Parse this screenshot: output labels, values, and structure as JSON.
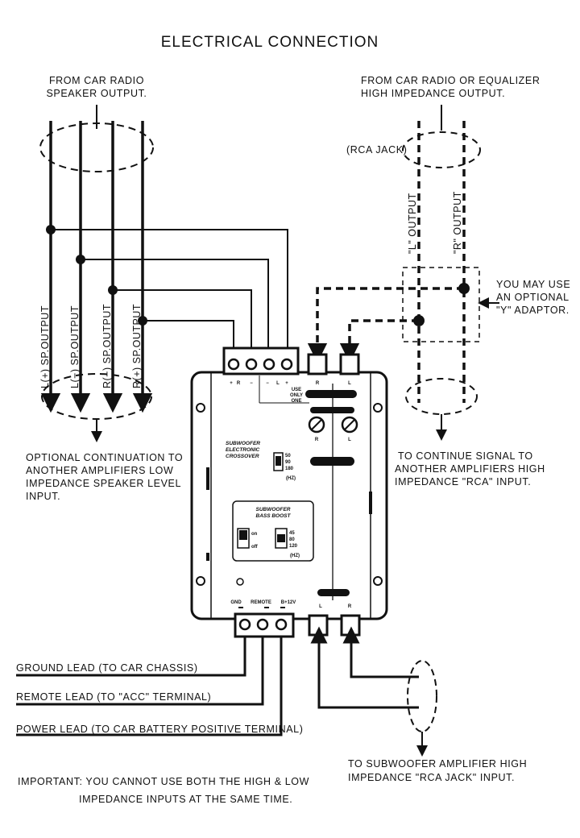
{
  "title": "ELECTRICAL CONNECTION",
  "left_source": {
    "line1": "FROM CAR RADIO",
    "line2": "SPEAKER OUTPUT."
  },
  "right_source": {
    "line1": "FROM CAR RADIO OR EQUALIZER",
    "line2": "HIGH IMPEDANCE OUTPUT."
  },
  "rca_jack_label": "(RCA JACK)",
  "rca_outputs": [
    "\"L\" OUTPUT",
    "\"R\" OUTPUT"
  ],
  "y_adaptor_note": [
    "YOU MAY USE",
    "AN OPTIONAL",
    "\"Y\" ADAPTOR."
  ],
  "speaker_outputs": [
    "L(+) SP.OUTPUT",
    "L(−) SP.OUTPUT",
    "R(−) SP.OUTPUT",
    "R(+) SP.OUTPUT"
  ],
  "left_note": [
    "OPTIONAL CONTINUATION TO",
    "ANOTHER AMPLIFIERS LOW",
    "IMPEDANCE SPEAKER LEVEL",
    "INPUT."
  ],
  "right_note": [
    "TO CONTINUE SIGNAL TO",
    "ANOTHER AMPLIFIERS HIGH",
    "IMPEDANCE \"RCA\" INPUT."
  ],
  "device": {
    "speaker_terminal_labels": [
      "+",
      "R",
      "−",
      "−",
      "L",
      "+"
    ],
    "rca_in_labels": [
      "R",
      "L"
    ],
    "use_only_one": [
      "USE",
      "ONLY",
      "ONE"
    ],
    "level_knob_labels": [
      "R",
      "L"
    ],
    "crossover_title": [
      "SUBWOOFER",
      "ELECTRONIC",
      "CROSSOVER"
    ],
    "crossover_options": [
      "50",
      "90",
      "180"
    ],
    "crossover_unit": "(HZ)",
    "bass_boost_title": [
      "SUBWOOFER",
      "BASS BOOST"
    ],
    "boost_switch": [
      "on",
      "off"
    ],
    "boost_options": [
      "45",
      "80",
      "120"
    ],
    "boost_unit": "(HZ)",
    "power_labels": [
      "GND",
      "REMOTE",
      "B+12V"
    ],
    "rca_out_labels": [
      "L",
      "R"
    ]
  },
  "leads": [
    "GROUND LEAD (TO CAR CHASSIS)",
    "REMOTE LEAD (TO \"ACC\" TERMINAL)",
    "POWER LEAD (TO CAR BATTERY POSITIVE TERMINAL)"
  ],
  "sub_output_note": [
    "TO SUBWOOFER AMPLIFIER HIGH",
    "IMPEDANCE \"RCA JACK\" INPUT."
  ],
  "important_note": [
    "IMPORTANT: YOU CANNOT USE BOTH THE HIGH & LOW",
    "IMPEDANCE INPUTS AT THE SAME TIME."
  ]
}
